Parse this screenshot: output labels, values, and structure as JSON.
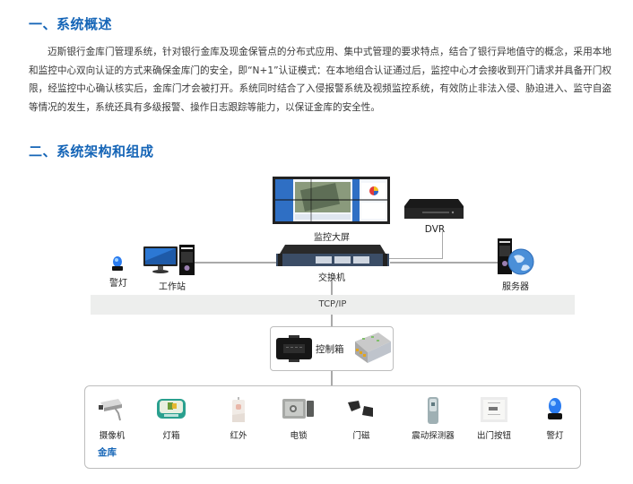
{
  "section1": {
    "title": "一、系统概述",
    "paragraph": "迈斯银行金库门管理系统，针对银行金库及现金保管点的分布式应用、集中式管理的要求特点，结合了银行异地值守的概念，采用本地和监控中心双向认证的方式来确保金库门的安全，即“N+1”认证模式：在本地组合认证通过后，监控中心才会接收到开门请求并具备开门权限，经监控中心确认核实后，金库门才会被打开。系统同时结合了入侵报警系统及视频监控系统，有效防止非法入侵、胁迫进入、监守自盗等情况的发生，系统还具有多级报警、操作日志跟踪等能力，以保证金库的安全性。"
  },
  "section2": {
    "title": "二、系统架构和组成"
  },
  "diagram": {
    "video_wall": "监控大屏",
    "dvr": "DVR",
    "switch": "交换机",
    "alarm_light_top": "警灯",
    "workstation": "工作站",
    "server": "服务器",
    "network": "TCP/IP",
    "control_box": "控制箱",
    "vault_label": "金库",
    "devices": [
      {
        "label": "摄像机",
        "icon": "camera-icon"
      },
      {
        "label": "灯箱",
        "icon": "lightbox-icon"
      },
      {
        "label": "红外",
        "icon": "infrared-sensor-icon"
      },
      {
        "label": "电锁",
        "icon": "electric-lock-icon"
      },
      {
        "label": "门磁",
        "icon": "door-magnet-icon"
      },
      {
        "label": "震动探测器",
        "icon": "vibration-detector-icon"
      },
      {
        "label": "出门按钮",
        "icon": "exit-button-icon"
      },
      {
        "label": "警灯",
        "icon": "alarm-light-icon"
      }
    ]
  },
  "colors": {
    "heading": "#1565b7",
    "tcp_band": "#edeeed",
    "line": "#a9a9a9"
  }
}
